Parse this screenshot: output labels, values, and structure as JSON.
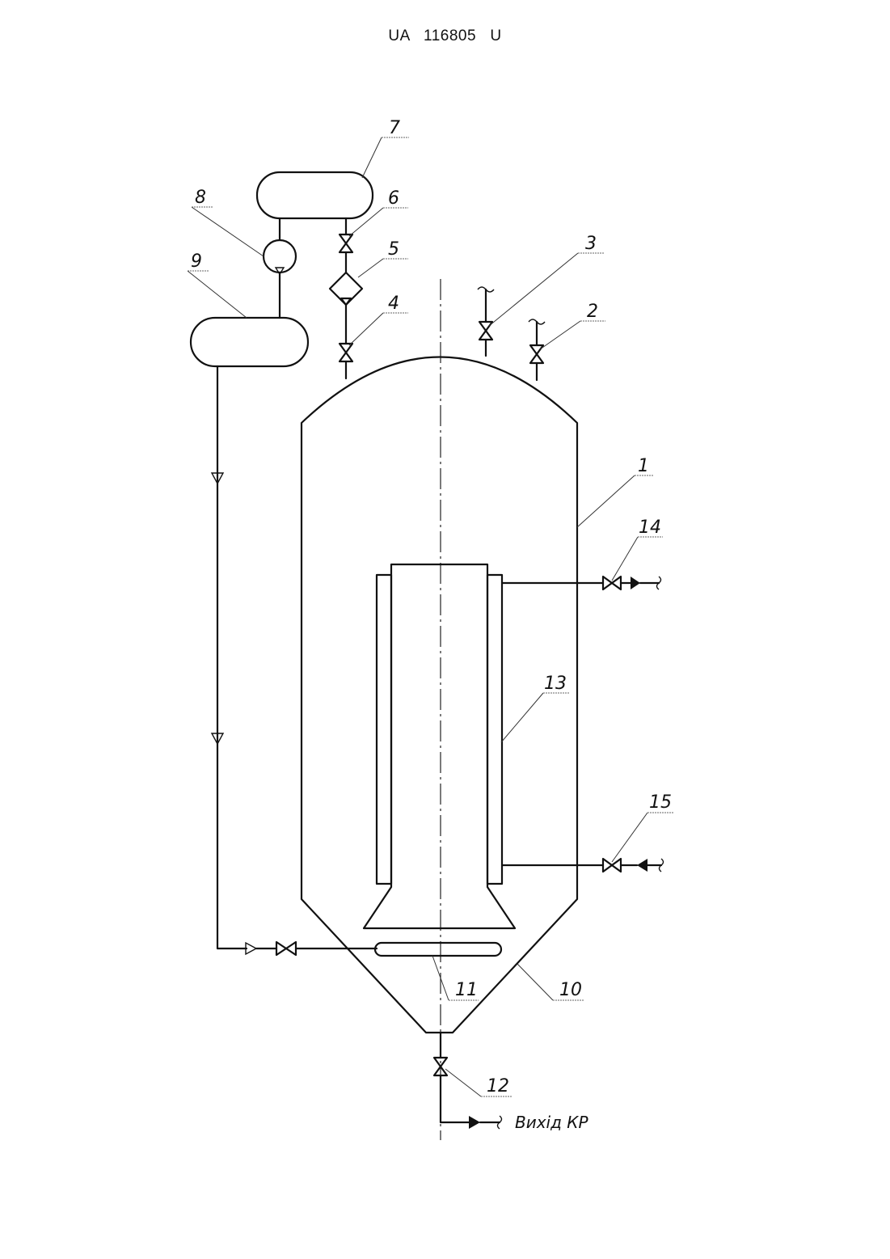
{
  "header": {
    "doc_id": "UA   116805   U"
  },
  "labels": {
    "l1": "1",
    "l2": "2",
    "l3": "3",
    "l4": "4",
    "l5": "5",
    "l6": "6",
    "l7": "7",
    "l8": "8",
    "l9": "9",
    "l10": "10",
    "l11": "11",
    "l12": "12",
    "l13": "13",
    "l14": "14",
    "l15": "15"
  },
  "outlet_label": "Вихід КР"
}
